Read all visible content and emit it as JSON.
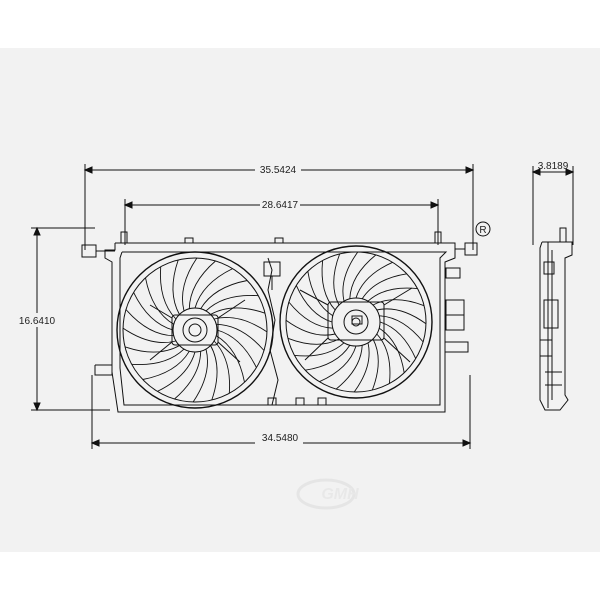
{
  "dimensions": {
    "overall_width_top": "35.5424",
    "fan_center_width": "28.6417",
    "overall_height": "16.6410",
    "overall_width_bottom": "34.5480",
    "side_depth": "3.8189"
  },
  "registered_mark": "R",
  "watermark_text": "GMH"
}
